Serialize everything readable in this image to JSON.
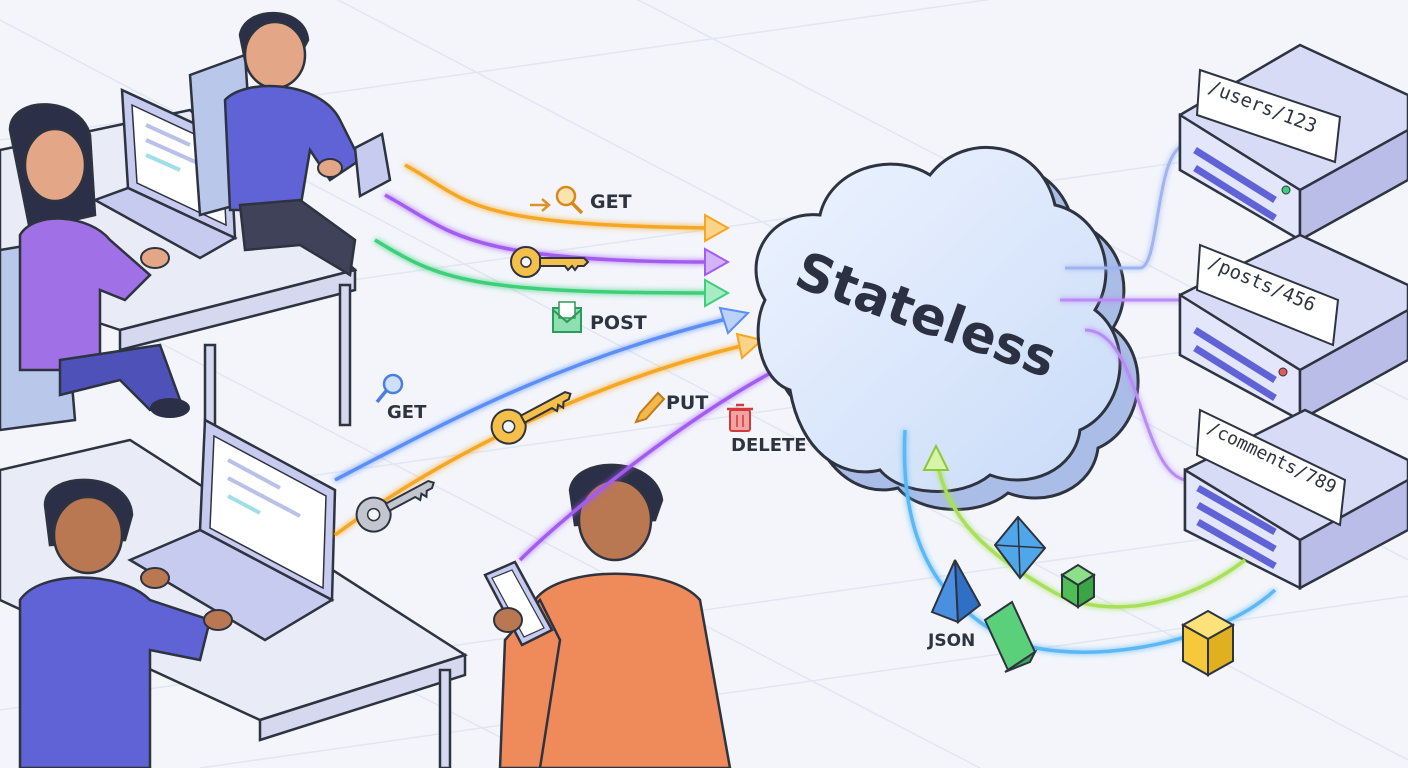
{
  "cloud": {
    "label": "Stateless"
  },
  "methods": {
    "get_top": "GET",
    "post": "POST",
    "get_left": "GET",
    "put": "PUT",
    "delete": "DELETE"
  },
  "payload": {
    "label": "JSON"
  },
  "servers": [
    {
      "path": "/users/123"
    },
    {
      "path": "/posts/456"
    },
    {
      "path": "/comments/789"
    }
  ],
  "colors": {
    "orange": "#f5a623",
    "purple": "#a35cf0",
    "green": "#3ccf7a",
    "blue": "#5b8ff5",
    "cloud": "#d9e6fb",
    "server": "#c9cdf2",
    "person_blue": "#5f63d6",
    "person_purple": "#a070e6",
    "person_orange": "#ef8a5a"
  }
}
